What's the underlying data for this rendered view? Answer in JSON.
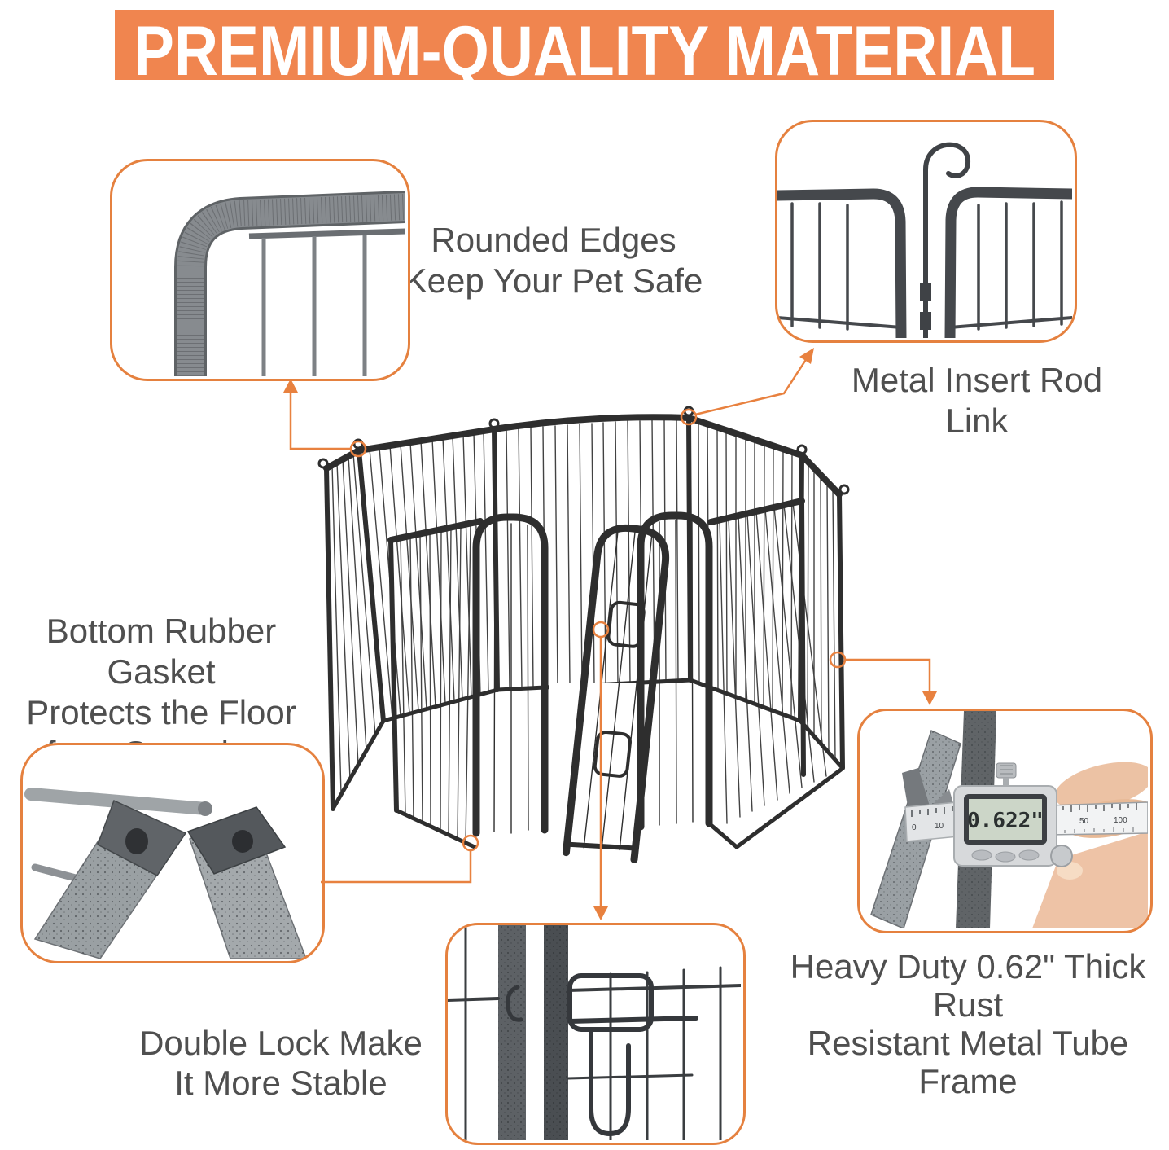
{
  "banner": {
    "title": "PREMIUM-QUALITY MATERIAL"
  },
  "center_photo": {
    "description": "8-panel heavy duty metal pet playpen with arched front door ajar"
  },
  "callouts": {
    "rounded_edges": {
      "caption_lines": [
        "Rounded Edges",
        "Keep Your Pet Safe"
      ],
      "photo": "rounded-corner-frame-closeup"
    },
    "rod_link": {
      "caption": "Metal Insert Rod Link",
      "photo": "panel-joint-hook-rod-closeup"
    },
    "rubber_gasket": {
      "caption_lines": [
        "Bottom Rubber Gasket",
        "Protects the Floor",
        "from Scratches"
      ],
      "photo": "panel-feet-corner-joint-closeup"
    },
    "double_lock": {
      "caption_lines": [
        "Double Lock Make",
        "It More Stable"
      ],
      "photo": "door-double-lock-latch-closeup"
    },
    "heavy_duty": {
      "caption_lines": [
        "Heavy Duty 0.62\" Thick Rust",
        "Resistant Metal Tube Frame"
      ],
      "photo": "digital-caliper-measuring-tube-closeup",
      "caliper": {
        "display_reading": "0.622\"",
        "scale_labels": [
          "0",
          "10",
          "50",
          "100"
        ]
      }
    }
  },
  "colors": {
    "banner_bg": "#F0854F",
    "banner_text": "#FFFFFF",
    "callout_border": "#E5813F",
    "connector": "#E8813F",
    "caption_text": "#4F4F4F",
    "pen_metal": "#2E2E2E",
    "lcd_screen": "#CCD6C8",
    "background": "#FFFFFF"
  }
}
